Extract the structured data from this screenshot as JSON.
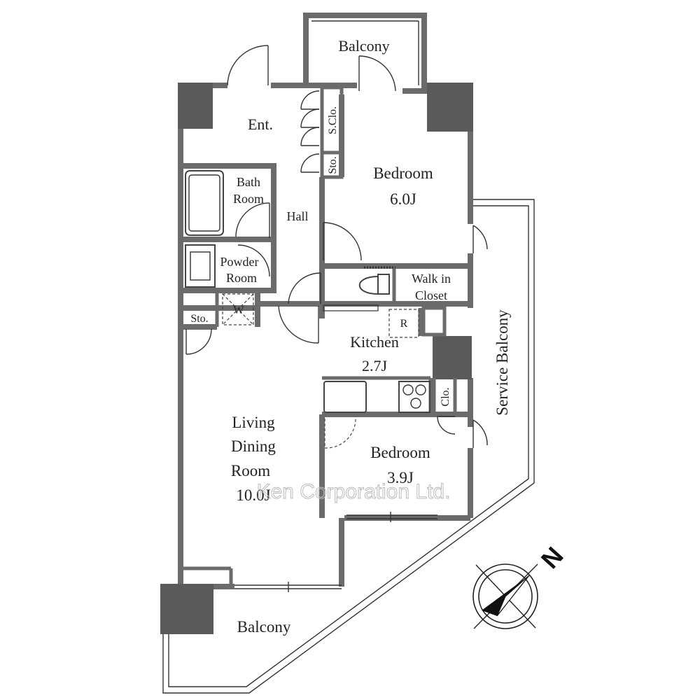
{
  "rooms": {
    "balcony_top": "Balcony",
    "entrance": "Ent.",
    "shoe_closet": "S.Clo.",
    "storage_top": "Sto.",
    "bedroom1_name": "Bedroom",
    "bedroom1_size": "6.0J",
    "bath_line1": "Bath",
    "bath_line2": "Room",
    "hall": "Hall",
    "powder_line1": "Powder",
    "powder_line2": "Room",
    "washer": "W",
    "storage_left": "Sto.",
    "walkin_line1": "Walk in",
    "walkin_line2": "Closet",
    "fridge": "R",
    "kitchen_name": "Kitchen",
    "kitchen_size": "2.7J",
    "closet": "Clo.",
    "ldk_line1": "Living",
    "ldk_line2": "Dining",
    "ldk_line3": "Room",
    "ldk_size": "10.0J",
    "bedroom2_name": "Bedroom",
    "bedroom2_size": "3.9J",
    "service_balcony": "Service Balcony",
    "balcony_bottom": "Balcony"
  },
  "watermark": "Ken Corporation Ltd.",
  "compass": {
    "label": "N"
  }
}
